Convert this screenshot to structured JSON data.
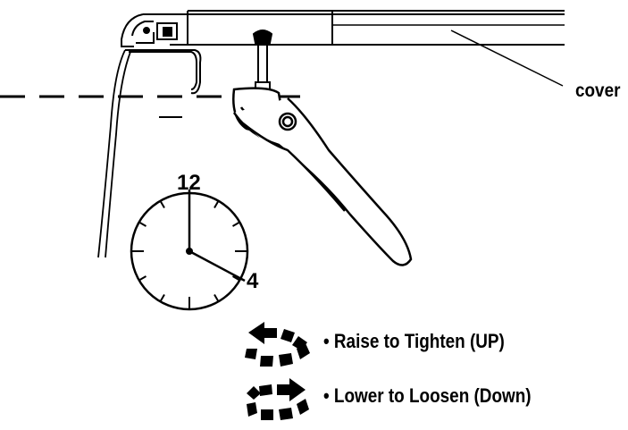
{
  "labels": {
    "cover": "cover",
    "clock_12": "12",
    "clock_4": "4"
  },
  "legend": [
    {
      "bullet": "•",
      "text": "Raise to Tighten (UP)"
    },
    {
      "bullet": "•",
      "text": "Lower to Loosen (Down)"
    }
  ],
  "icons": {
    "tighten": "counterclockwise-arrow-icon",
    "loosen": "clockwise-arrow-icon"
  },
  "colors": {
    "ink": "#000000",
    "background": "#ffffff"
  }
}
